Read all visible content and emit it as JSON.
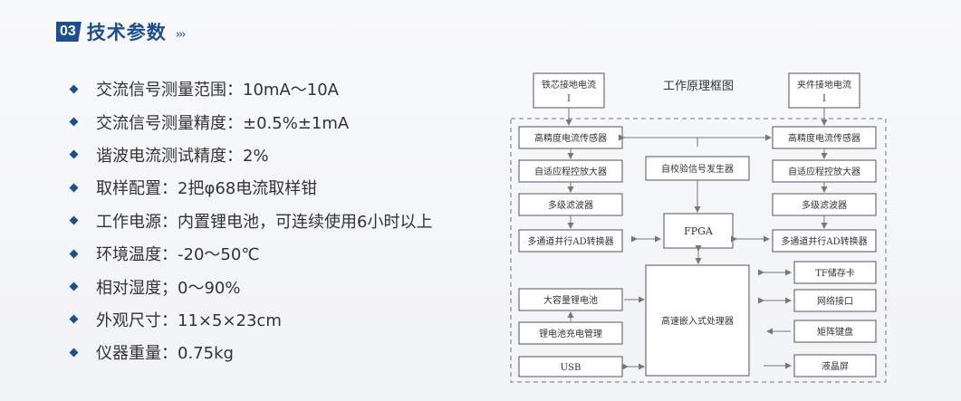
{
  "header": {
    "number": "03",
    "title": "技术参数",
    "arrows": "›››"
  },
  "specs": [
    "交流信号测量范围：10mA～10A",
    "交流信号测量精度：±0.5%±1mA",
    "谐波电流测试精度：2%",
    "取样配置：2把φ68电流取样钳",
    "工作电源：内置锂电池，可连续使用6小时以上",
    "环境温度：-20～50℃",
    "相对湿度；0～90%",
    "外观尺寸：11×5×23cm",
    "仪器重量：0.75kg"
  ],
  "diagram": {
    "title": "工作原理框图",
    "top_left": [
      "铁芯接地电流",
      "I"
    ],
    "top_right": [
      "夹件接地电流",
      "I"
    ],
    "left": {
      "sensor": "高精度电流传感器",
      "amp": "自适应程控放大器",
      "filter": "多级滤波器",
      "adc": "多通道并行AD转换器",
      "battery": "大容量锂电池",
      "charge": "锂电池充电管理",
      "usb": "USB"
    },
    "right": {
      "sensor": "高精度电流传感器",
      "amp": "自适应程控放大器",
      "filter": "多级滤波器",
      "adc": "多通道并行AD转换器",
      "tf": "TF储存卡",
      "net": "网络接口",
      "keypad": "矩阵键盘",
      "lcd": "液晶屏"
    },
    "center": {
      "selftest": "自校验信号发生器",
      "fpga": "FPGA",
      "cpu": "高速嵌入式处理器"
    }
  },
  "colors": {
    "accent": "#1b4f91",
    "text": "#333333",
    "line": "#777777"
  }
}
